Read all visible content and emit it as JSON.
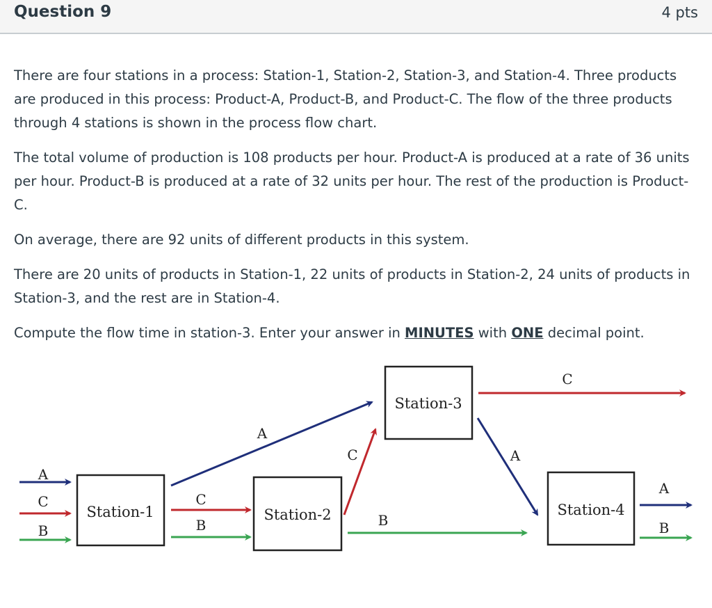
{
  "question": {
    "title": "Question 9",
    "points": "4 pts"
  },
  "paragraphs": {
    "p1": "There are four stations in a process: Station-1, Station-2, Station-3, and Station-4. Three products are produced in this process: Product-A, Product-B, and Product-C.   The flow of the three products through 4 stations is shown in the process flow chart.",
    "p2": "The total volume of production is 108 products per hour. Product-A is produced at a rate of 36 units per hour. Product-B is produced at a rate of 32 units per hour. The rest of the production is Product-C.",
    "p3": "On average, there are 92 units of different products in this system.",
    "p4": "There are  20 units of products in Station-1,  22 units of products in Station-2, 24 units of products in Station-3, and the rest are in Station-4.",
    "p5_before": "Compute the flow time in station-3. Enter your answer in ",
    "p5_minutes": "MINUTES",
    "p5_with": " with ",
    "p5_one": "ONE",
    "p5_after": "  decimal point."
  },
  "diagram": {
    "stations": {
      "s1": "Station-1",
      "s2": "Station-2",
      "s3": "Station-3",
      "s4": "Station-4"
    },
    "labels": {
      "a": "A",
      "b": "B",
      "c": "C"
    },
    "colors": {
      "product_a": "#1f2f7a",
      "product_b": "#3aa552",
      "product_c": "#c0282d"
    }
  }
}
